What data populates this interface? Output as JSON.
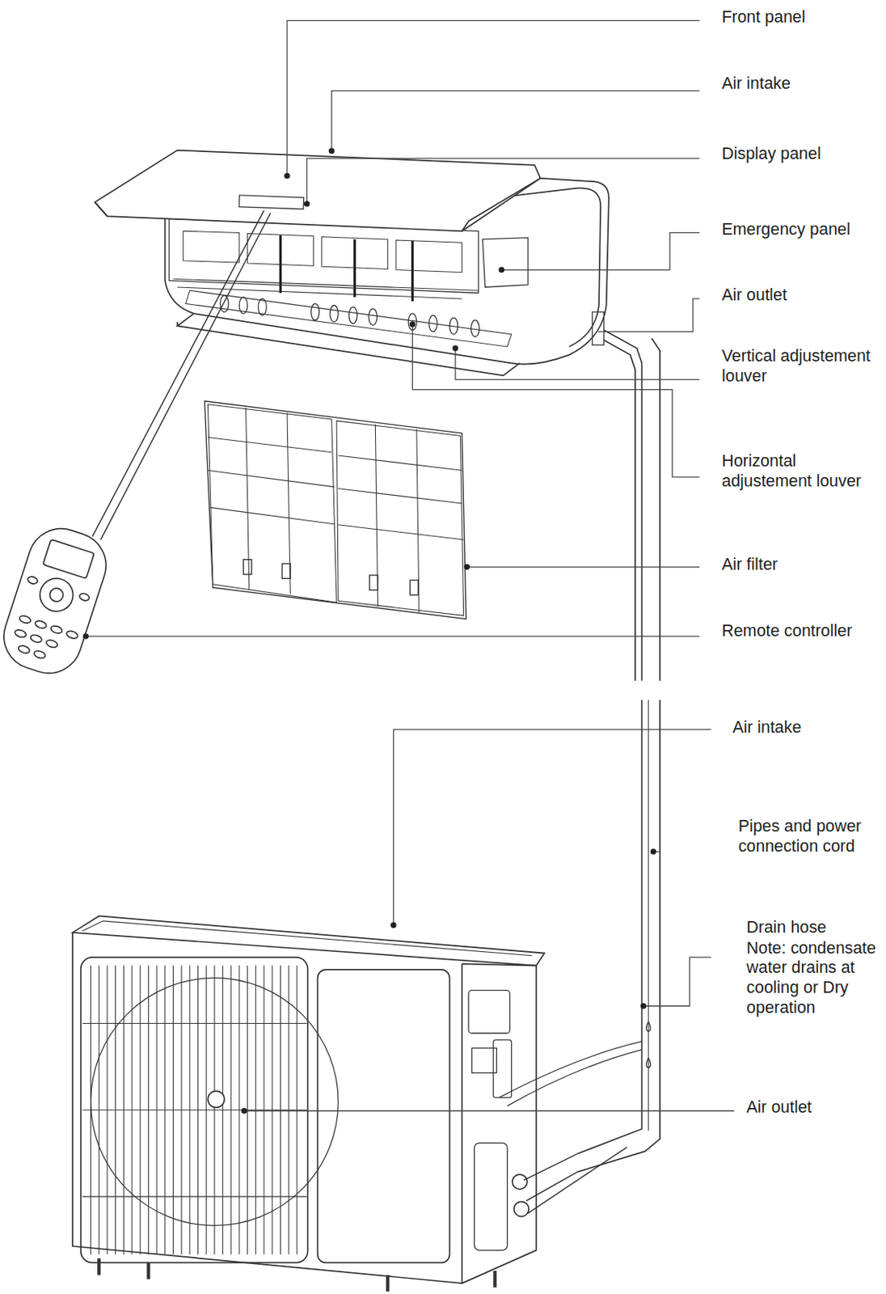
{
  "diagram": {
    "labels": [
      "Front panel",
      "Air intake",
      "Display panel",
      "Emergency panel",
      "Air outlet",
      "Vertical adjustement louver",
      "Horizontal adjustement louver",
      "Air filter",
      "Remote controller",
      "Air intake",
      "Pipes and power connection cord",
      "Drain hose",
      "Note: condensate water drains at cooling or Dry operation",
      "Air outlet"
    ]
  }
}
